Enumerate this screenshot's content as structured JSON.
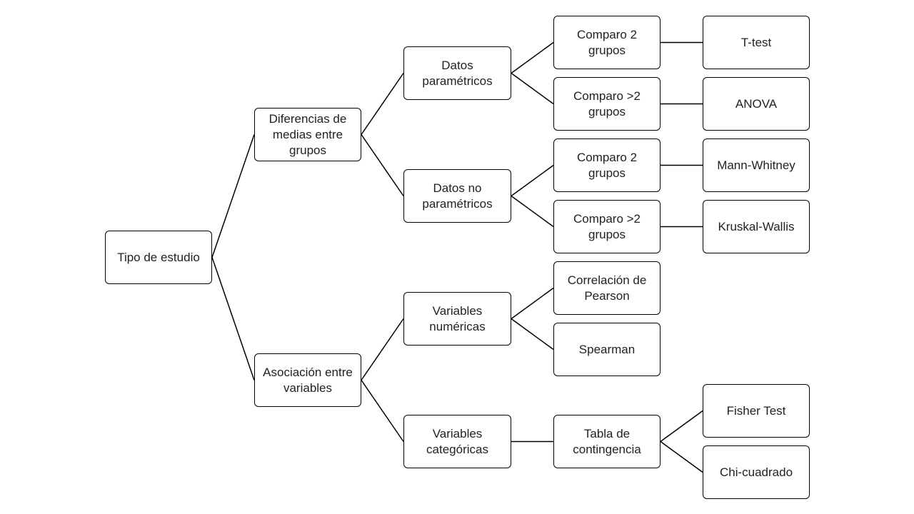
{
  "diagram": {
    "nodes": {
      "root": "Tipo de estudio",
      "diferencias": "Diferencias de\nmedias entre\ngrupos",
      "asociacion": "Asociación entre\nvariables",
      "parametricos": "Datos\nparamétricos",
      "no_parametricos": "Datos no\nparamétricos",
      "numericas": "Variables\nnuméricas",
      "categoricas": "Variables\ncategóricas",
      "param_2": "Comparo 2\ngrupos",
      "param_mas2": "Comparo >2\ngrupos",
      "noparam_2": "Comparo 2\ngrupos",
      "noparam_mas2": "Comparo >2\ngrupos",
      "pearson": "Correlación de\nPearson",
      "spearman": "Spearman",
      "contingencia": "Tabla de\ncontingencia",
      "ttest": "T-test",
      "anova": "ANOVA",
      "mann": "Mann-Whitney",
      "kruskal": "Kruskal-Wallis",
      "fisher": "Fisher Test",
      "chi": "Chi-cuadrado"
    },
    "edges": [
      [
        "root",
        "diferencias"
      ],
      [
        "root",
        "asociacion"
      ],
      [
        "diferencias",
        "parametricos"
      ],
      [
        "diferencias",
        "no_parametricos"
      ],
      [
        "asociacion",
        "numericas"
      ],
      [
        "asociacion",
        "categoricas"
      ],
      [
        "parametricos",
        "param_2"
      ],
      [
        "parametricos",
        "param_mas2"
      ],
      [
        "no_parametricos",
        "noparam_2"
      ],
      [
        "no_parametricos",
        "noparam_mas2"
      ],
      [
        "numericas",
        "pearson"
      ],
      [
        "numericas",
        "spearman"
      ],
      [
        "categoricas",
        "contingencia"
      ],
      [
        "param_2",
        "ttest"
      ],
      [
        "param_mas2",
        "anova"
      ],
      [
        "noparam_2",
        "mann"
      ],
      [
        "noparam_mas2",
        "kruskal"
      ],
      [
        "contingencia",
        "fisher"
      ],
      [
        "contingencia",
        "chi"
      ]
    ]
  }
}
